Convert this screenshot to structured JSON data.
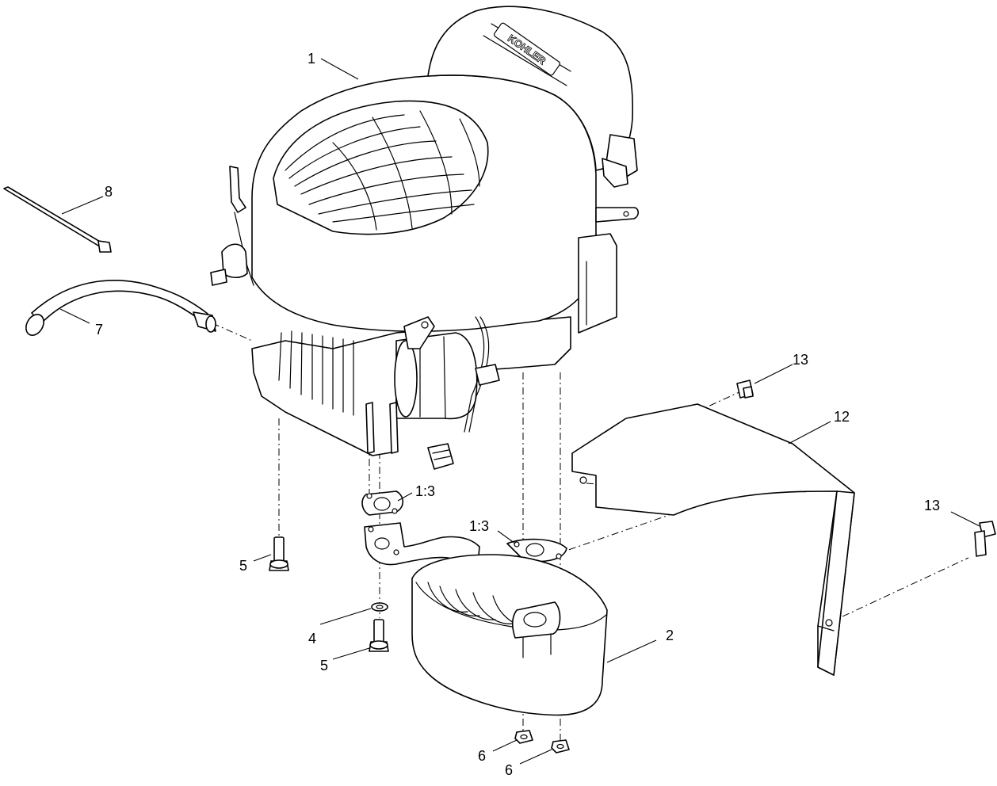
{
  "engine_brand": "KOHLER",
  "callouts": [
    {
      "id": "c1",
      "label": "1"
    },
    {
      "id": "c2",
      "label": "2"
    },
    {
      "id": "c4",
      "label": "4"
    },
    {
      "id": "c5a",
      "label": "5"
    },
    {
      "id": "c5b",
      "label": "5"
    },
    {
      "id": "c6a",
      "label": "6"
    },
    {
      "id": "c6b",
      "label": "6"
    },
    {
      "id": "c7",
      "label": "7"
    },
    {
      "id": "c8",
      "label": "8"
    },
    {
      "id": "c12",
      "label": "12"
    },
    {
      "id": "c13a",
      "label": "13"
    },
    {
      "id": "c13b",
      "label": "13"
    },
    {
      "id": "c1-3a",
      "label": "1:3"
    },
    {
      "id": "c1-3b",
      "label": "1:3"
    }
  ]
}
